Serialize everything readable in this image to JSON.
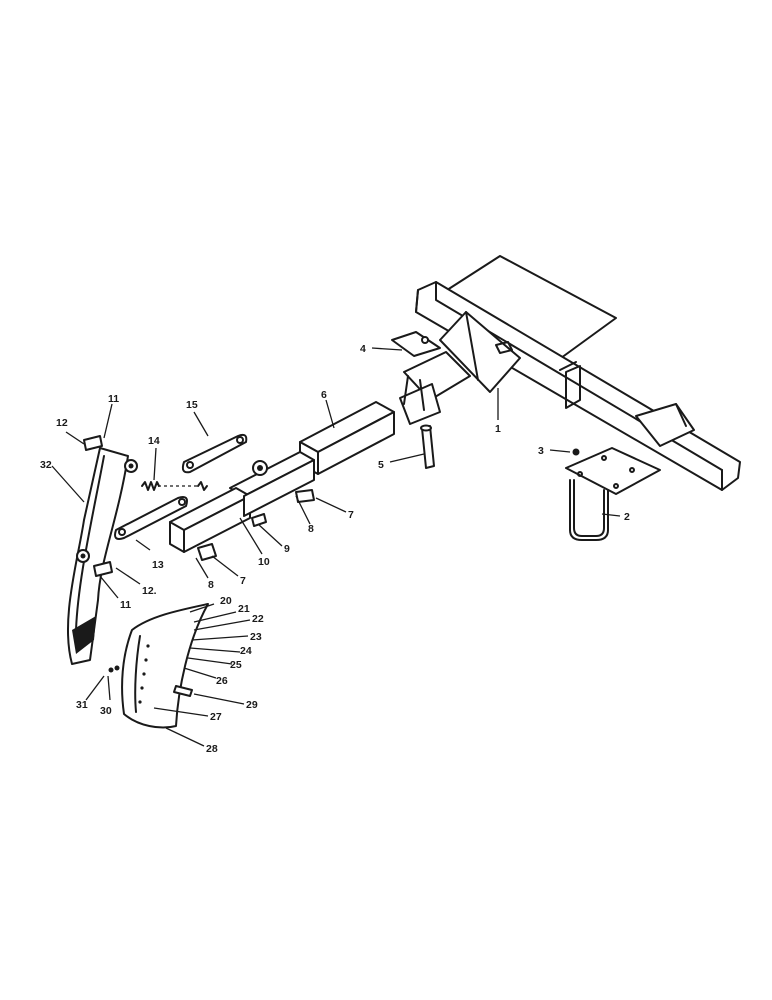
{
  "callouts": {
    "c1": "1",
    "c2": "2",
    "c3": "3",
    "c4": "4",
    "c5": "5",
    "c6": "6",
    "c7a": "7",
    "c7b": "7",
    "c8a": "8",
    "c8b": "8",
    "c9": "9",
    "c10": "10",
    "c11a": "11",
    "c11b": "11",
    "c12a": "12",
    "c12b": "12.",
    "c13": "13",
    "c14": "14",
    "c15": "15",
    "c20": "20",
    "c21": "21",
    "c22": "22",
    "c23": "23",
    "c24": "24",
    "c25": "25",
    "c26": "26",
    "c27": "27",
    "c28": "28",
    "c29": "29",
    "c30": "30",
    "c31": "31",
    "c32": "32"
  }
}
